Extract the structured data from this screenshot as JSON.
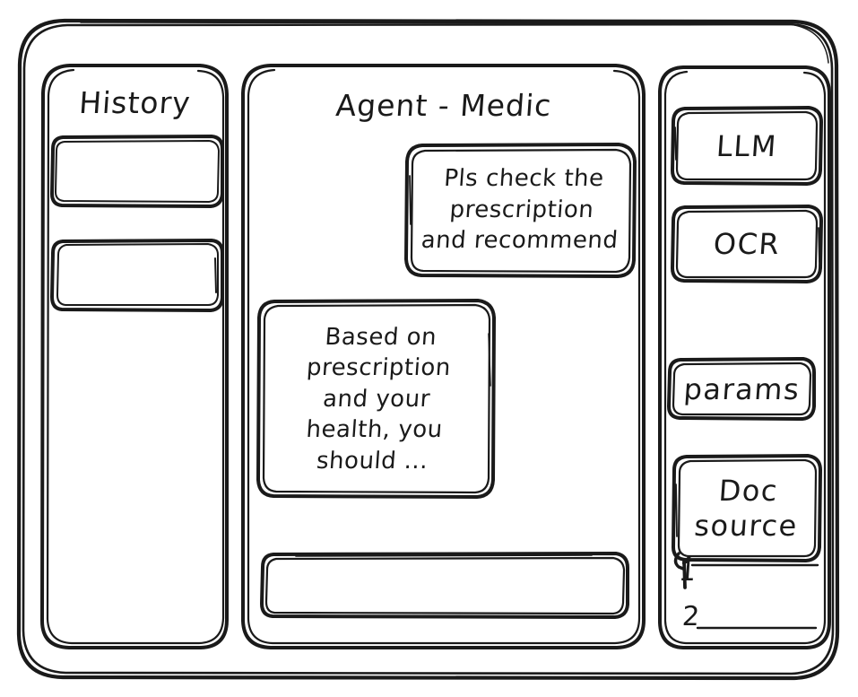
{
  "frame": {
    "name": "app-window",
    "stroke_color": "#1a1a1a",
    "background": "#ffffff"
  },
  "history_panel": {
    "title": "History",
    "items": [
      {
        "label": ""
      },
      {
        "label": ""
      }
    ]
  },
  "main_panel": {
    "title": "Agent - Medic",
    "messages": [
      {
        "role": "user",
        "text": "Pls check the\nprescription\nand recommend"
      },
      {
        "role": "assistant",
        "text": "Based on\nprescription\nand your\nhealth, you\nshould ..."
      }
    ],
    "composer": {
      "value": "",
      "placeholder": ""
    }
  },
  "sidebar": {
    "chips": [
      {
        "label": "LLM"
      },
      {
        "label": "OCR"
      },
      {
        "label": "params"
      },
      {
        "label": "Doc\nsource"
      }
    ],
    "source_markers": [
      {
        "label": "1"
      },
      {
        "label": "2"
      }
    ]
  }
}
